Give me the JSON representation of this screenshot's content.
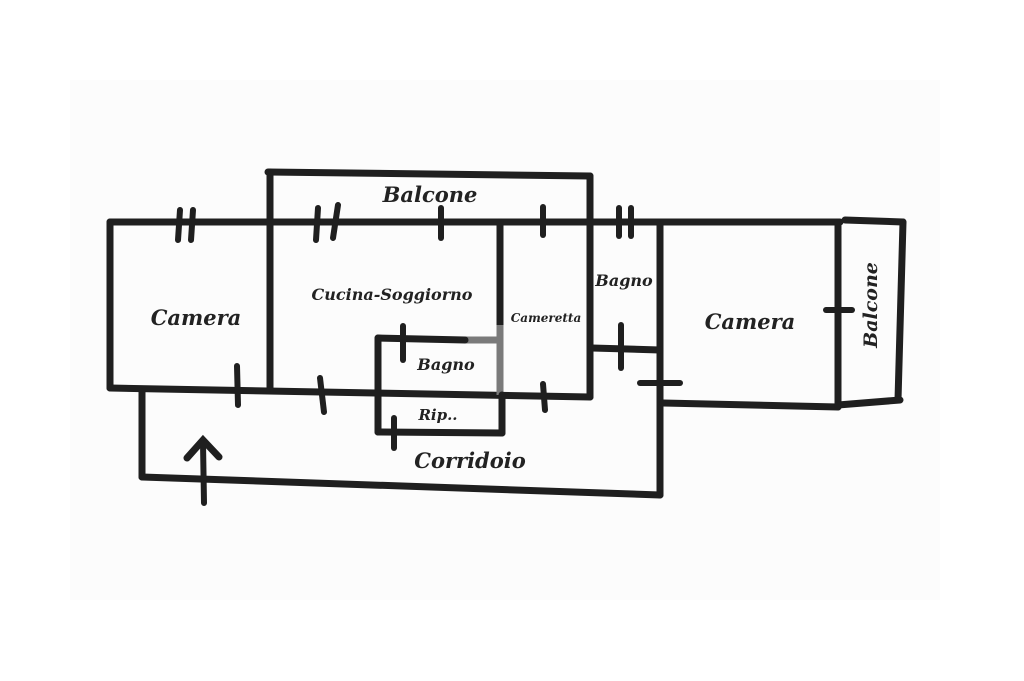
{
  "title": "Floor plan sketch",
  "rooms": {
    "balcone_top": "Balcone",
    "camera_left": "Camera",
    "cucina_soggiorno": "Cucina-Soggiorno",
    "cameretta": "Cameretta",
    "bagno_right": "Bagno",
    "bagno_inner": "Bagno",
    "ripostiglio": "Rip..",
    "corridoio": "Corridoio",
    "camera_right": "Camera",
    "balcone_right": "Balcone"
  },
  "colors": {
    "wall": "#1f1f1f",
    "paper": "#fdfdfd"
  },
  "icons": {
    "entrance": "arrow-up-icon"
  }
}
